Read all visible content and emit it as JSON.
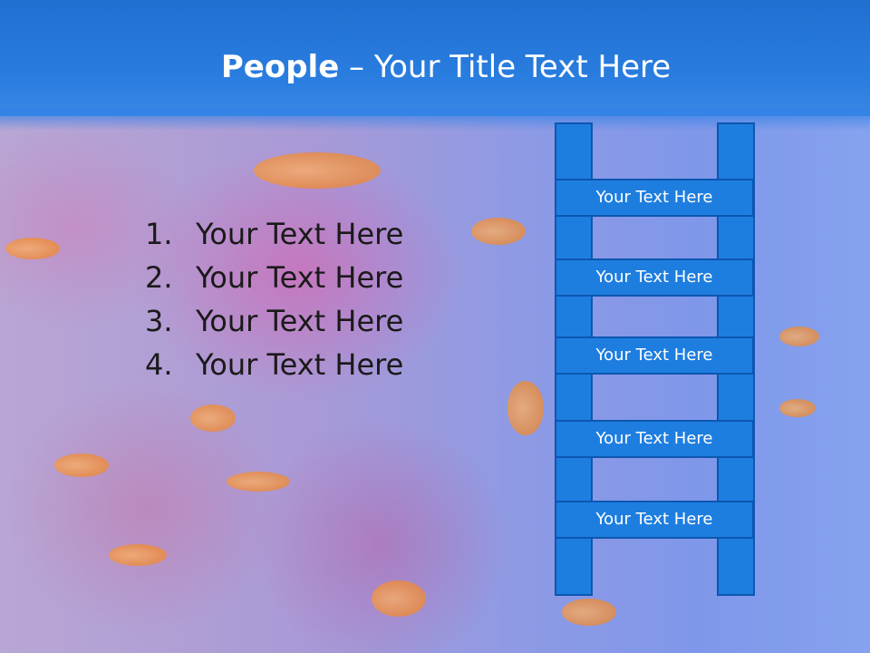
{
  "slide": {
    "title_bold": "People",
    "title_rest": " – Your Title Text Here"
  },
  "list": {
    "items": [
      {
        "num": "1.",
        "text": "Your Text Here"
      },
      {
        "num": "2.",
        "text": "Your Text Here"
      },
      {
        "num": "3.",
        "text": "Your Text Here"
      },
      {
        "num": "4.",
        "text": "Your Text Here"
      }
    ]
  },
  "ladder": {
    "color": "#1e7ee0",
    "rungs": [
      "Your Text Here",
      "Your Text Here",
      "Your Text Here",
      "Your Text Here",
      "Your Text Here"
    ]
  }
}
